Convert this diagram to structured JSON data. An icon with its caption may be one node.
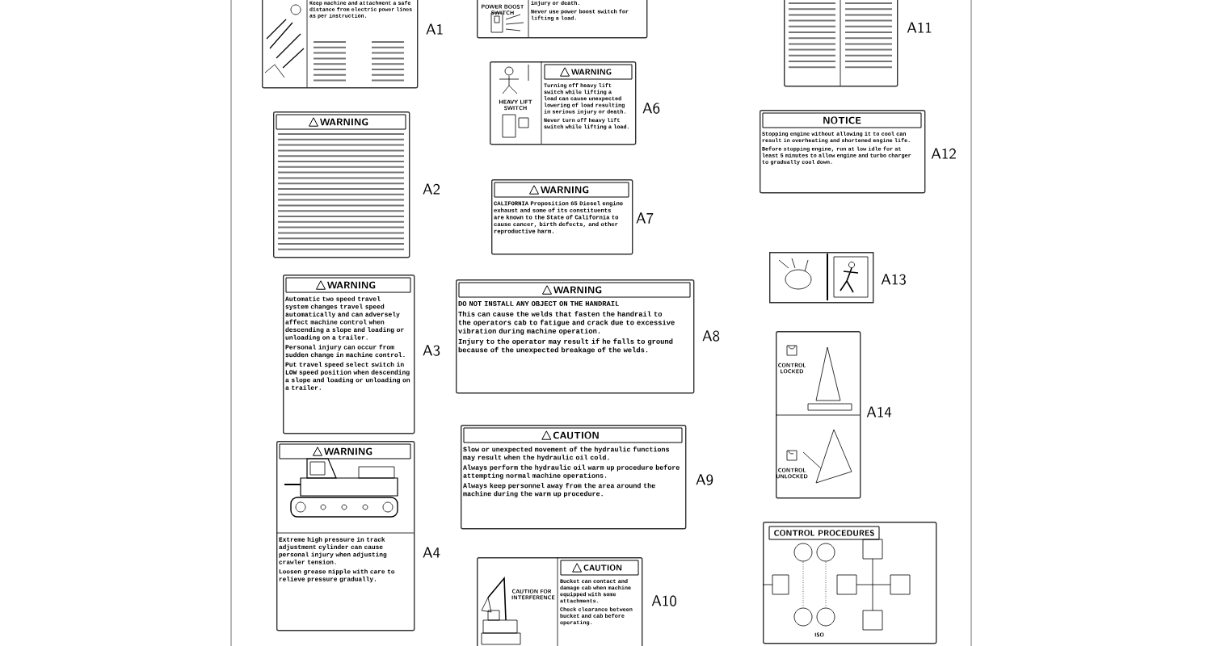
{
  "diagram": {
    "nodes": [
      {
        "text": [
          "Keep machine and attachment a safe distance from electric power lines as per instruction."
        ],
        "beside": [
          "A1"
        ]
      },
      {
        "text": [
          "WARNING"
        ],
        "beside": [
          "A2"
        ]
      },
      {
        "text": [
          "WARNING",
          "Automatic two speed travel system changes travel speed automatically and can adversely affect machine control when descending a slope and loading or unloading on a trailer.",
          "Personal injury can occur from sudden change in machine control.",
          "Put travel speed select switch in LOW speed position when descending a slope and loading or unloading on a trailer."
        ],
        "beside": [
          "A3"
        ]
      },
      {
        "text": [
          "WARNING",
          "Extreme high pressure in track adjustment cylinder can cause personal injury when adjusting crawler tension.",
          "Loosen grease nipple with care to relieve pressure gradually."
        ],
        "beside": [
          "A4"
        ]
      },
      {
        "text": [
          "POWER BOOST SWITCH",
          "injury or death.",
          "Never use power boost switch for lifting a load."
        ]
      },
      {
        "text": [
          "WARNING",
          "Turning off heavy lift switch while lifting a load can cause unexpected lowering of load resulting in serious injury or death.",
          "Never turn off heavy lift switch while lifting a load.",
          "HEAVY LIFT SWITCH"
        ],
        "beside": [
          "A6"
        ]
      },
      {
        "text": [
          "WARNING",
          "CALIFORNIA Proposition 65 Diesel engine exhaust and some of its constituents are known to the State of California to cause cancer, birth defects, and other reproductive harm."
        ],
        "beside": [
          "A7"
        ]
      },
      {
        "text": [
          "WARNING",
          "DO NOT INSTALL ANY OBJECT ON THE HANDRAIL",
          "This can cause the welds that fasten the handrail to the operators cab to fatigue and crack due to excessive vibration during machine operation.",
          "Injury to the operator may result if he falls to ground because of the unexpected breakage of the welds."
        ],
        "beside": [
          "A8"
        ]
      },
      {
        "text": [
          "CAUTION",
          "Slow or unexpected movement of the hydraulic functions may result when the hydraulic oil cold.",
          "Always perform the hydraulic oil warm up procedure before attempting normal machine operations.",
          "Always keep personnel away from the area around the machine during the warm up procedure."
        ],
        "beside": [
          "A9"
        ]
      },
      {
        "text": [
          "CAUTION",
          "Bucket can contact and damage cab when machine equipped with some attachments.",
          "Check clearance between bucket and cab before operating.",
          "CAUTION FOR INTERFERENCE"
        ],
        "beside": [
          "A10"
        ]
      },
      {
        "text": [],
        "shape": "box",
        "beside": [
          "A11"
        ]
      },
      {
        "text": [
          "NOTICE",
          "Stopping engine without allowing it to cool can result in overheating and shortened engine life.",
          "Before stopping engine, run at low idle for at least 5 minutes to allow engine and turbo charger to gradually cool down."
        ],
        "beside": [
          "A12"
        ]
      },
      {
        "text": [],
        "shape": "picture",
        "beside": [
          "A13"
        ]
      },
      {
        "text": [
          "CONTROL LOCKED",
          "CONTROL UNLOCKED"
        ],
        "beside": [
          "A14"
        ]
      },
      {
        "text": [
          "CONTROL PROCEDURES",
          "ISO"
        ]
      }
    ]
  }
}
